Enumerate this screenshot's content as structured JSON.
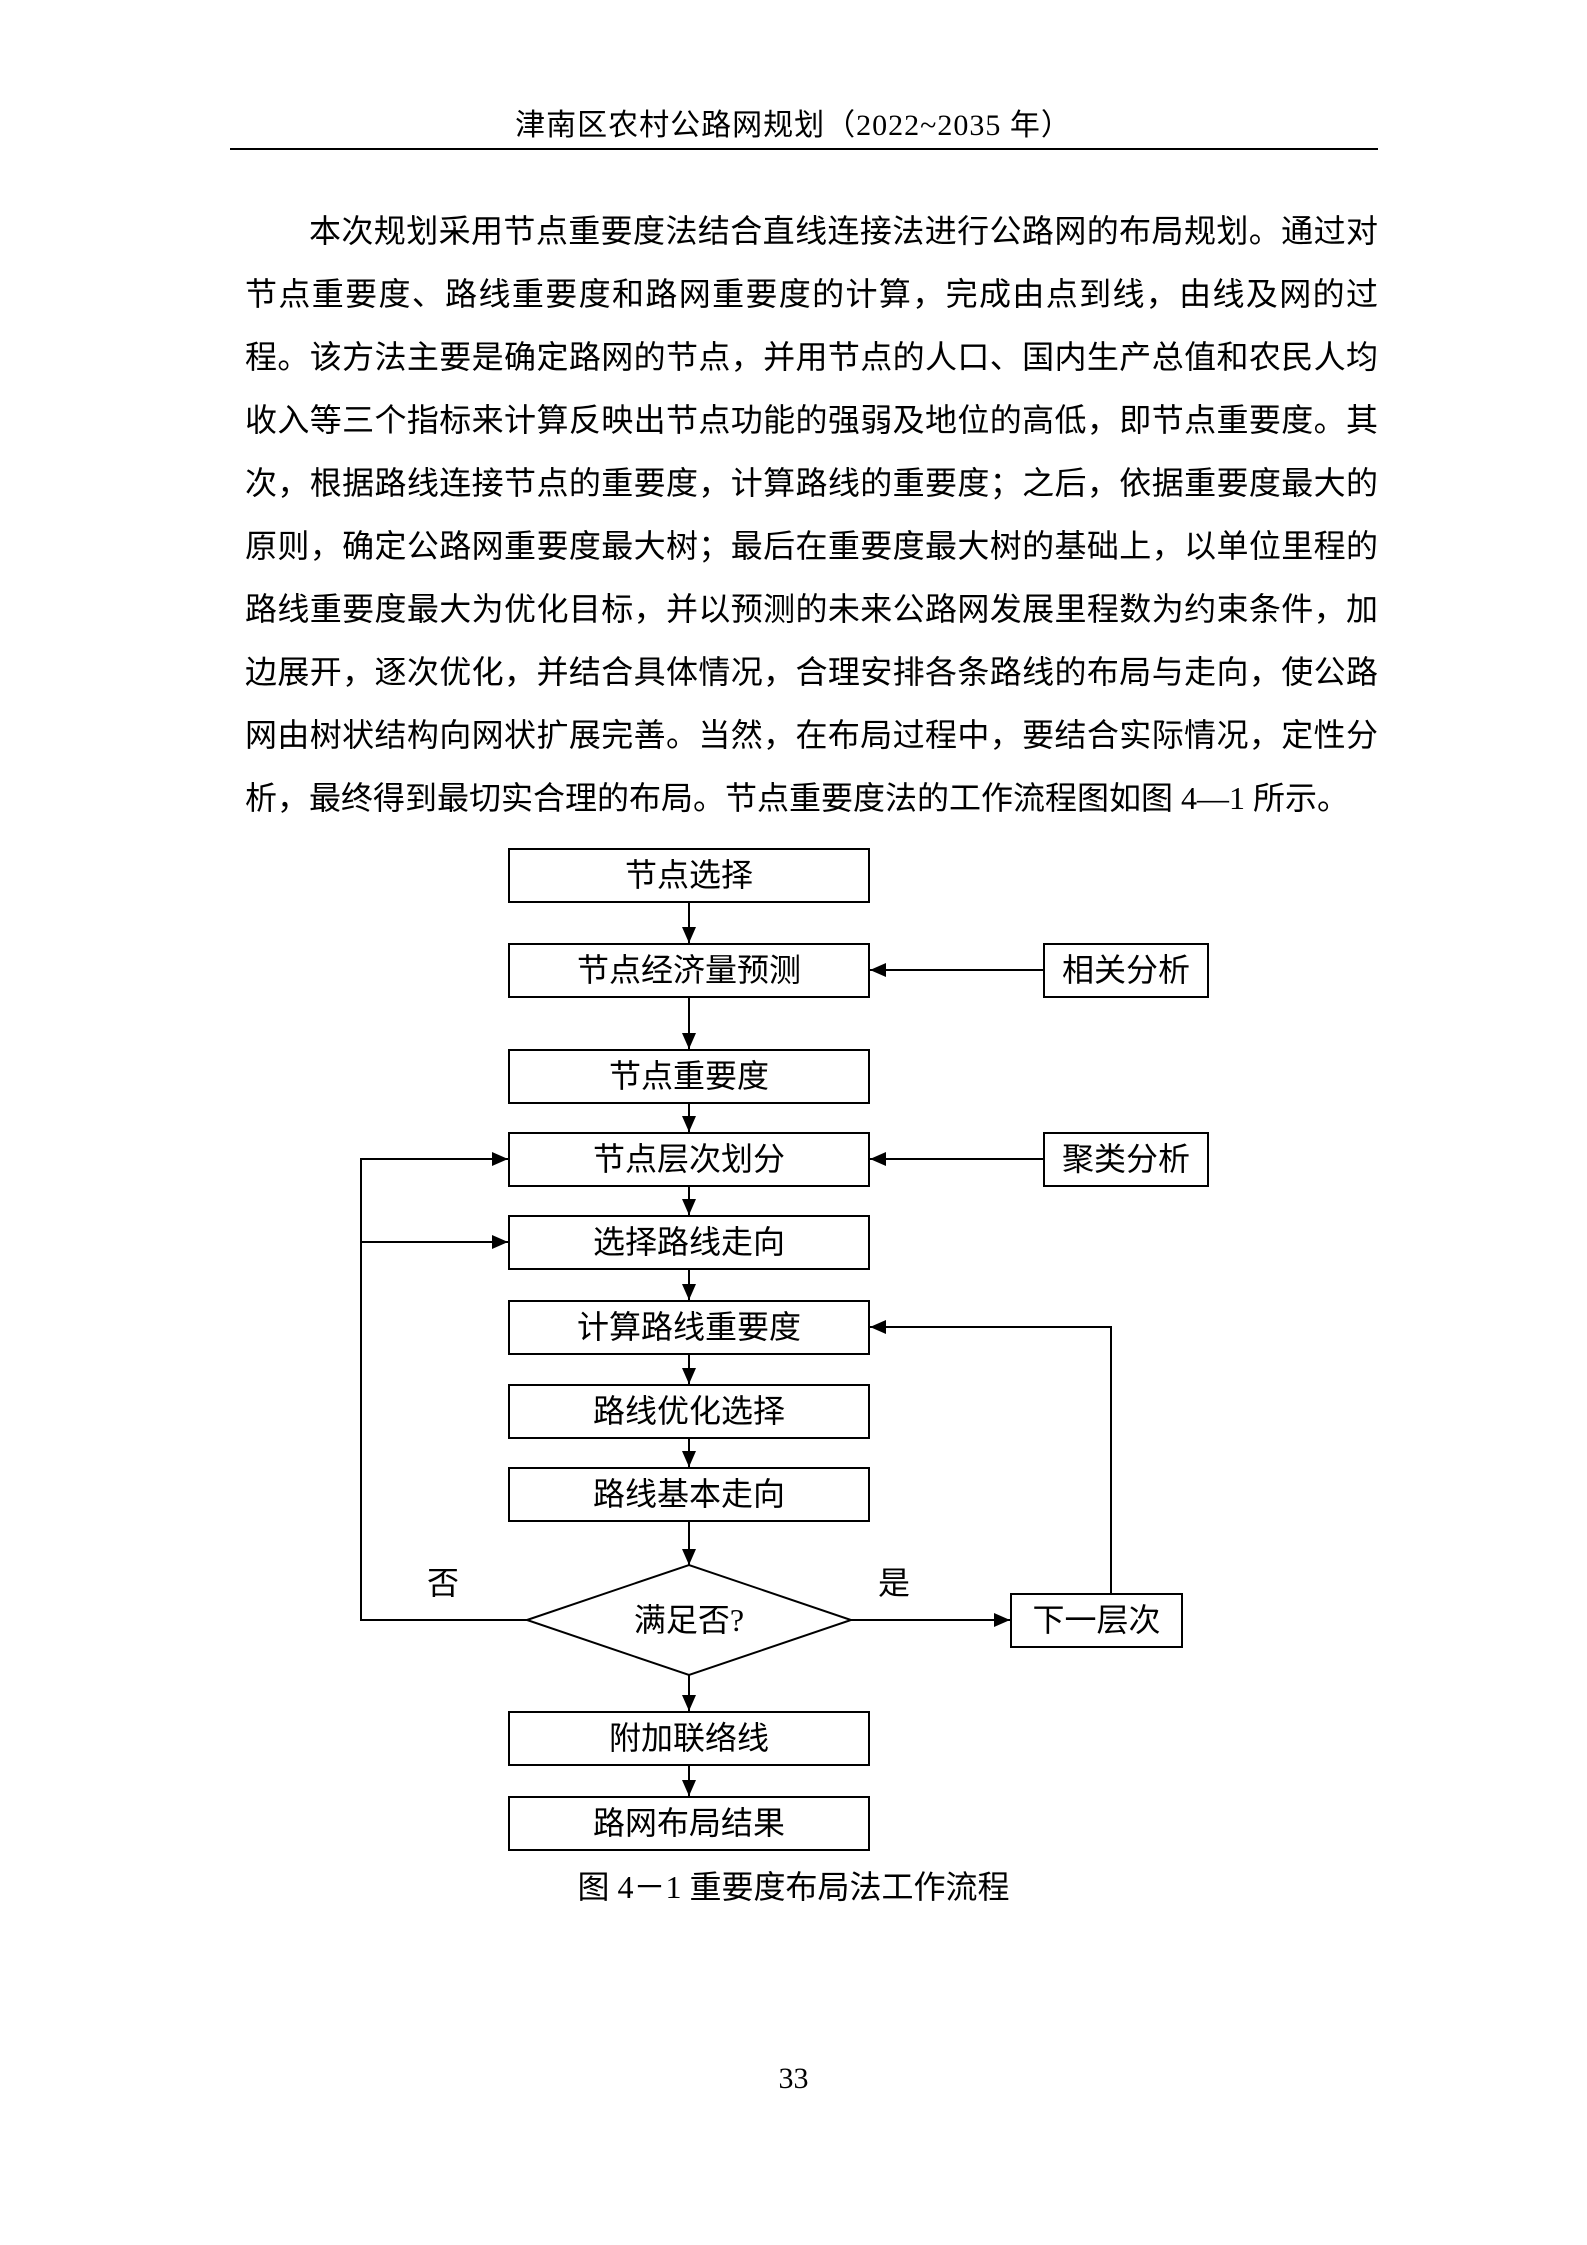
{
  "header": {
    "title": "津南区农村公路网规划（2022~2035 年）"
  },
  "body": {
    "paragraph": "本次规划采用节点重要度法结合直线连接法进行公路网的布局规划。通过对节点重要度、路线重要度和路网重要度的计算，完成由点到线，由线及网的过程。该方法主要是确定路网的节点，并用节点的人口、国内生产总值和农民人均收入等三个指标来计算反映出节点功能的强弱及地位的高低，即节点重要度。其次，根据路线连接节点的重要度，计算路线的重要度；之后，依据重要度最大的原则，确定公路网重要度最大树；最后在重要度最大树的基础上，以单位里程的路线重要度最大为优化目标，并以预测的未来公路网发展里程数为约束条件，加边展开，逐次优化，并结合具体情况，合理安排各条路线的布局与走向，使公路网由树状结构向网状扩展完善。当然，在布局过程中，要结合实际情况，定性分析，最终得到最切实合理的布局。节点重要度法的工作流程图如图 4—1 所示。"
  },
  "flowchart": {
    "nodes": {
      "node_select": "节点选择",
      "economy_forecast": "节点经济量预测",
      "node_importance": "节点重要度",
      "node_hierarchy": "节点层次划分",
      "route_direction": "选择路线走向",
      "calc_route_importance": "计算路线重要度",
      "route_optimize": "路线优化选择",
      "route_basic": "路线基本走向",
      "satisfied": "满足否?",
      "extra_links": "附加联络线",
      "result": "路网布局结果",
      "related_analysis": "相关分析",
      "cluster_analysis": "聚类分析",
      "next_level": "下一层次",
      "no_label": "否",
      "yes_label": "是"
    },
    "caption": "图 4－1 重要度布局法工作流程"
  },
  "footer": {
    "page_number": "33"
  },
  "colors": {
    "ink": "#000000",
    "paper": "#ffffff"
  }
}
